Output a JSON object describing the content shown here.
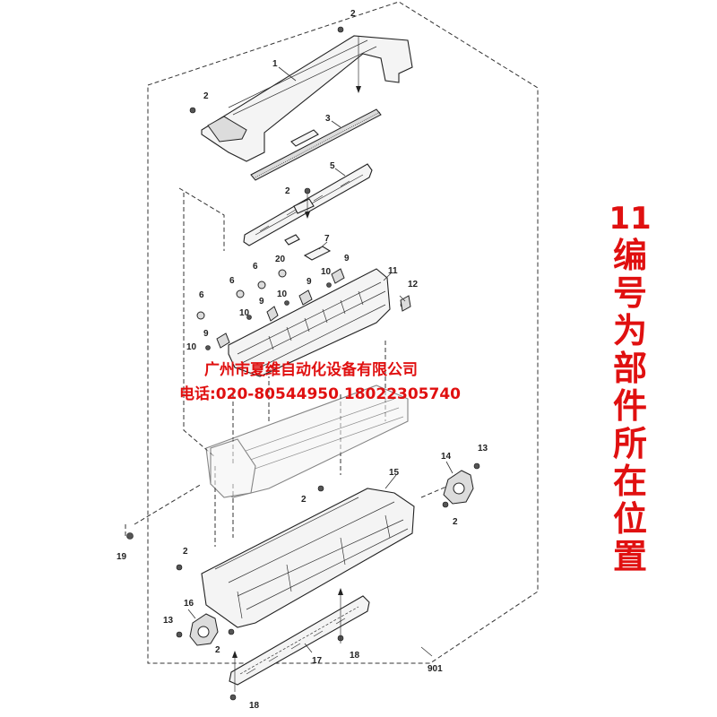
{
  "callouts": [
    {
      "id": "c1",
      "text": "1"
    },
    {
      "id": "c2a",
      "text": "2"
    },
    {
      "id": "c2b",
      "text": "2"
    },
    {
      "id": "c2c",
      "text": "2"
    },
    {
      "id": "c3",
      "text": "3"
    },
    {
      "id": "c5",
      "text": "5"
    },
    {
      "id": "c7",
      "text": "7"
    },
    {
      "id": "c20",
      "text": "20"
    },
    {
      "id": "c6a",
      "text": "6"
    },
    {
      "id": "c6b",
      "text": "6"
    },
    {
      "id": "c6c",
      "text": "6"
    },
    {
      "id": "c9a",
      "text": "9"
    },
    {
      "id": "c9b",
      "text": "9"
    },
    {
      "id": "c9c",
      "text": "9"
    },
    {
      "id": "c9d",
      "text": "9"
    },
    {
      "id": "c10a",
      "text": "10"
    },
    {
      "id": "c10b",
      "text": "10"
    },
    {
      "id": "c10c",
      "text": "10"
    },
    {
      "id": "c10d",
      "text": "10"
    },
    {
      "id": "c11",
      "text": "11"
    },
    {
      "id": "c12",
      "text": "12"
    },
    {
      "id": "c13a",
      "text": "13"
    },
    {
      "id": "c13b",
      "text": "13"
    },
    {
      "id": "c14",
      "text": "14"
    },
    {
      "id": "c15",
      "text": "15"
    },
    {
      "id": "c16",
      "text": "16"
    },
    {
      "id": "c17",
      "text": "17"
    },
    {
      "id": "c18a",
      "text": "18"
    },
    {
      "id": "c18b",
      "text": "18"
    },
    {
      "id": "c19",
      "text": "19"
    },
    {
      "id": "c2d",
      "text": "2"
    },
    {
      "id": "c2e",
      "text": "2"
    },
    {
      "id": "c2f",
      "text": "2"
    },
    {
      "id": "c2g",
      "text": "2"
    },
    {
      "id": "c901",
      "text": "901"
    }
  ],
  "watermark": {
    "line1": "广州市夏维自动化设备有限公司",
    "line2": "电话:020-80544950 18022305740"
  },
  "side_note": [
    "11",
    "编",
    "号",
    "为",
    "部",
    "件",
    "所",
    "在",
    "位",
    "置"
  ],
  "colors": {
    "watermark": "#e01010",
    "line": "#222222"
  }
}
